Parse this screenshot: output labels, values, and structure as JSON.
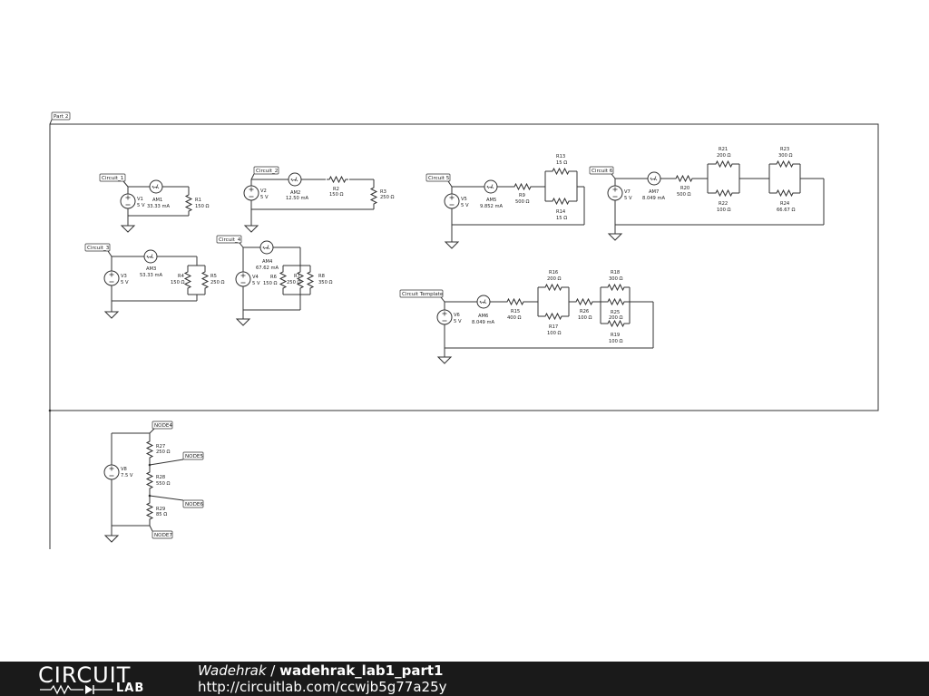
{
  "parts": {
    "part2": "Part 2"
  },
  "flags": {
    "c1": "Circuit_1",
    "c2": "Circuit_2",
    "c3": "Circuit_3",
    "c4": "Circuit_4",
    "c5": "Circuit 5",
    "c6": "Circuit 6",
    "tpl": "Circuit Template",
    "n4": "NODE4",
    "n5": "NODE5",
    "n6": "NODE6",
    "n7": "NODE7"
  },
  "components": {
    "V1": {
      "name": "V1",
      "value": "5 V"
    },
    "V2": {
      "name": "V2",
      "value": "5 V"
    },
    "V3": {
      "name": "V3",
      "value": "5 V"
    },
    "V4": {
      "name": "V4",
      "value": "5 V"
    },
    "V5": {
      "name": "V5",
      "value": "5 V"
    },
    "V6": {
      "name": "V6",
      "value": "5 V"
    },
    "V7": {
      "name": "V7",
      "value": "5 V"
    },
    "V8": {
      "name": "V8",
      "value": "7.5 V"
    },
    "AM1": {
      "name": "AM1",
      "value": "33.33 mA"
    },
    "AM2": {
      "name": "AM2",
      "value": "12.50 mA"
    },
    "AM3": {
      "name": "AM3",
      "value": "53.33 mA"
    },
    "AM4": {
      "name": "AM4",
      "value": "67.62 mA"
    },
    "AM5": {
      "name": "AM5",
      "value": "9.852 mA"
    },
    "AM6": {
      "name": "AM6",
      "value": "8.049 mA"
    },
    "AM7": {
      "name": "AM7",
      "value": "8.049 mA"
    },
    "R1": {
      "name": "R1",
      "value": "150 Ω"
    },
    "R2": {
      "name": "R2",
      "value": "150 Ω"
    },
    "R3": {
      "name": "R3",
      "value": "250 Ω"
    },
    "R4": {
      "name": "R4",
      "value": "150 Ω"
    },
    "R5": {
      "name": "R5",
      "value": "250 Ω"
    },
    "R6": {
      "name": "R6",
      "value": "150 Ω"
    },
    "R7": {
      "name": "R7",
      "value": "250 Ω"
    },
    "R8": {
      "name": "R8",
      "value": "350 Ω"
    },
    "R9": {
      "name": "R9",
      "value": "500 Ω"
    },
    "R13": {
      "name": "R13",
      "value": "15 Ω"
    },
    "R14": {
      "name": "R14",
      "value": "15 Ω"
    },
    "R15": {
      "name": "R15",
      "value": "400 Ω"
    },
    "R16": {
      "name": "R16",
      "value": "200 Ω"
    },
    "R17": {
      "name": "R17",
      "value": "100 Ω"
    },
    "R18": {
      "name": "R18",
      "value": "300 Ω"
    },
    "R19": {
      "name": "R19",
      "value": "100 Ω"
    },
    "R20": {
      "name": "R20",
      "value": "500 Ω"
    },
    "R21": {
      "name": "R21",
      "value": "200 Ω"
    },
    "R22": {
      "name": "R22",
      "value": "100 Ω"
    },
    "R23": {
      "name": "R23",
      "value": "300 Ω"
    },
    "R24": {
      "name": "R24",
      "value": "66.67 Ω"
    },
    "R25": {
      "name": "R25",
      "value": "200 Ω"
    },
    "R26": {
      "name": "R26",
      "value": "100 Ω"
    },
    "R27": {
      "name": "R27",
      "value": "250 Ω"
    },
    "R28": {
      "name": "R28",
      "value": "550 Ω"
    },
    "R29": {
      "name": "R29",
      "value": "85 Ω"
    }
  },
  "footer": {
    "logo_circuit": "CIRCUIT",
    "logo_lab": "LAB",
    "author": "Wadehrak",
    "separator": " / ",
    "project": "wadehrak_lab1_part1",
    "url": "http://circuitlab.com/ccwjb5g77a25y"
  }
}
